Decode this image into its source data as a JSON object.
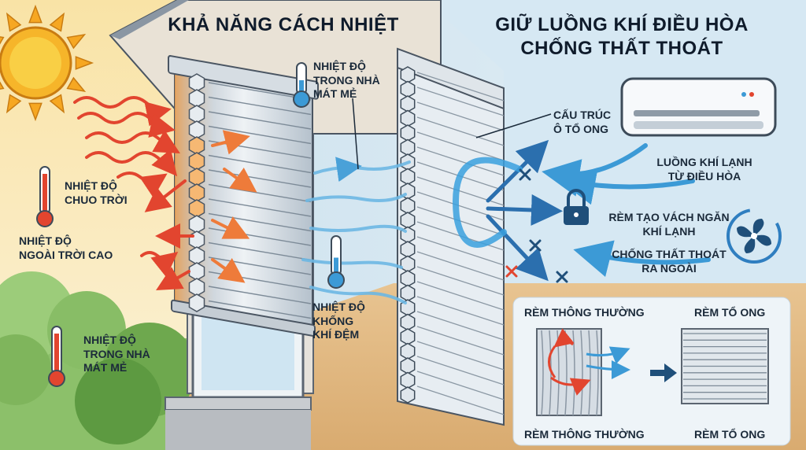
{
  "left_title": "KHẢ NĂNG CÁCH NHIỆT",
  "right_title": [
    "GIỮ LUỒNG KHÍ ĐIỀU HÒA",
    "CHỐNG THẤT THOÁT"
  ],
  "left_labels": {
    "indoor_top": [
      "NHIỆT ĐỘ",
      "TRONG NHÀ",
      "MÁT MẺ"
    ],
    "outdoor_temp": [
      "NHIỆT ĐỘ",
      "CHUO TRỜI"
    ],
    "outdoor_high": [
      "NHIỆT ĐỘ",
      "NGOÀI TRỜI CAO"
    ],
    "indoor_bottom": [
      "NHIỆT ĐỘ",
      "TRONG NHÀ",
      "MÁT MẺ"
    ],
    "air_buffer": [
      "NHIỆT ĐỘ",
      "KHỐNG",
      "KHÍ ĐỆM"
    ]
  },
  "right_labels": {
    "honeycomb": [
      "CẤU TRÚC",
      "Ô TỔ ONG"
    ],
    "cold_air": [
      "LUỒNG KHÍ LẠNH",
      "TỪ ĐIỀU HÒA"
    ],
    "barrier": [
      "RÈM TẠO VÁCH NGĂN",
      "KHÍ LẠNH"
    ],
    "loss": [
      "CHỐNG THẤT THOÁT",
      "RA NGOÀI"
    ]
  },
  "comparison": {
    "top_regular": "RÈM THÔNG THƯỜNG",
    "top_honeycomb": "RÈM TỔ ONG",
    "bottom_regular": "RÈM THÔNG THƯỜNG",
    "bottom_honeycomb": "RÈM TỔ ONG"
  },
  "colors": {
    "sky": "#f6e7b8",
    "wall_blue": "#c9e0ee",
    "floor": "#e6c08e",
    "heat_red": "#e2452f",
    "cool_blue": "#3c9ad6",
    "navy": "#1f4f7a"
  },
  "icons": [
    "sun-icon",
    "thermometer-icon",
    "lock-icon",
    "fan-icon",
    "air-conditioner-icon",
    "arrow-right-icon",
    "x-icon"
  ]
}
